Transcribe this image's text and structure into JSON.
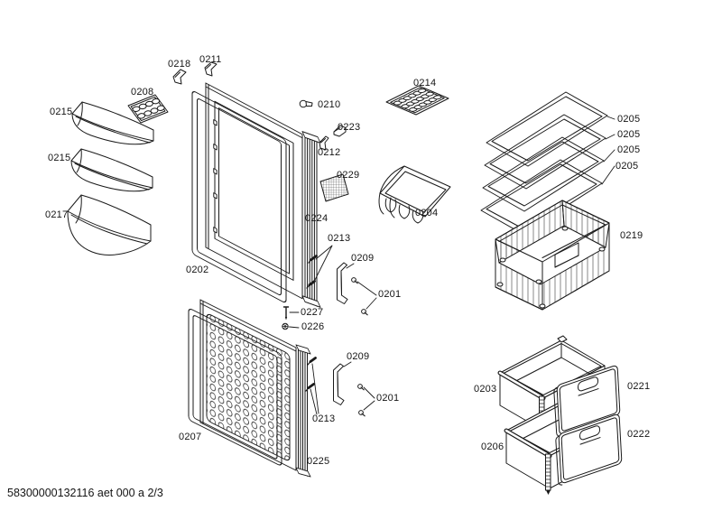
{
  "document": {
    "footer_code": "58300000132116 aet 000 a 2/3",
    "background": "#ffffff",
    "line_color": "#1a1a1a"
  },
  "diagram": {
    "kind": "refrigerator-exploded-parts-diagram"
  },
  "callouts": [
    {
      "label": "0218"
    },
    {
      "label": "0211"
    },
    {
      "label": "0208"
    },
    {
      "label": "0215"
    },
    {
      "label": "0215"
    },
    {
      "label": "0217"
    },
    {
      "label": "0210"
    },
    {
      "label": "0223"
    },
    {
      "label": "0212"
    },
    {
      "label": "0229"
    },
    {
      "label": "0224"
    },
    {
      "label": "0202"
    },
    {
      "label": "0213"
    },
    {
      "label": "0209"
    },
    {
      "label": "0201"
    },
    {
      "label": "0227"
    },
    {
      "label": "0226"
    },
    {
      "label": "0214"
    },
    {
      "label": "0204"
    },
    {
      "label": "0205"
    },
    {
      "label": "0205"
    },
    {
      "label": "0205"
    },
    {
      "label": "0205"
    },
    {
      "label": "0219"
    },
    {
      "label": "0203"
    },
    {
      "label": "0221"
    },
    {
      "label": "0206"
    },
    {
      "label": "0222"
    },
    {
      "label": "0209"
    },
    {
      "label": "0201"
    },
    {
      "label": "0213"
    },
    {
      "label": "0207"
    },
    {
      "label": "0225"
    }
  ]
}
